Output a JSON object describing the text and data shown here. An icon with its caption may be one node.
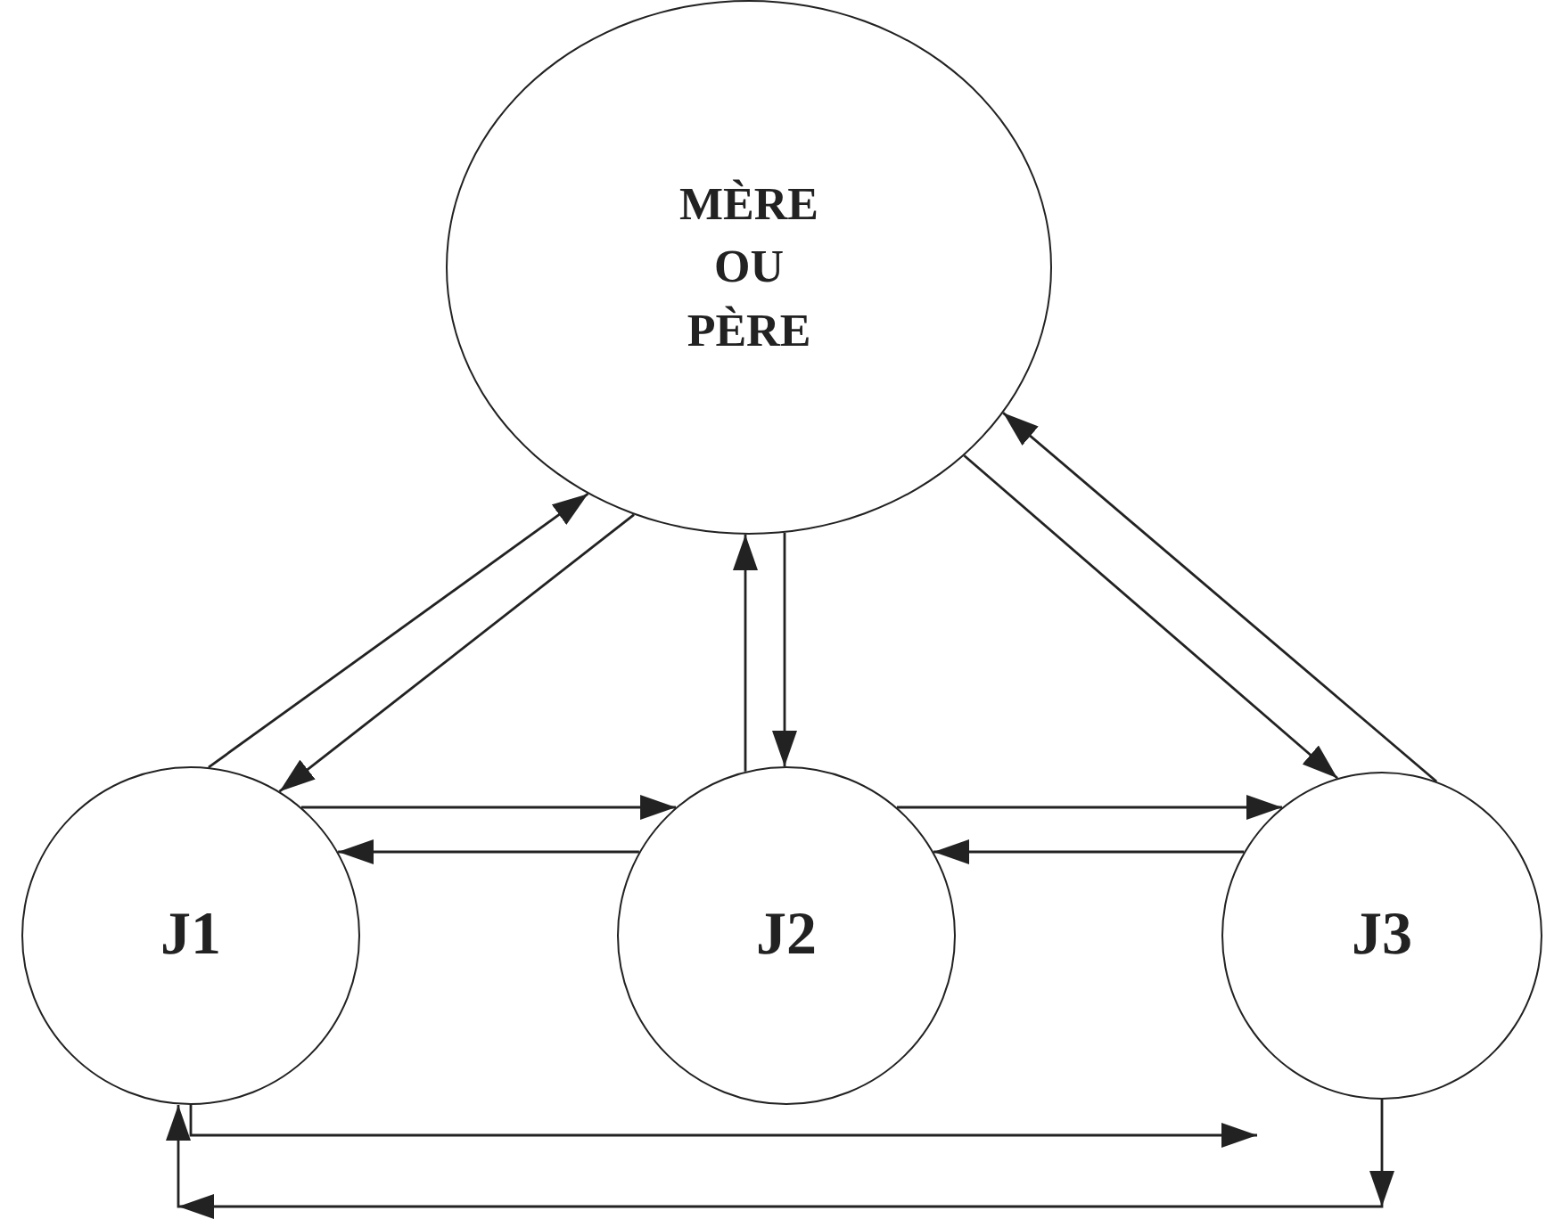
{
  "diagram": {
    "nodes": [
      {
        "text": [
          "MÈRE OU PÈRE"
        ]
      },
      {
        "text": [
          "J1"
        ]
      },
      {
        "text": [
          "J2"
        ]
      },
      {
        "text": [
          "J3"
        ]
      }
    ],
    "edges": [
      {
        "from": 1,
        "to": 0,
        "arrow": "to"
      },
      {
        "from": 0,
        "to": 1,
        "arrow": "to"
      },
      {
        "from": 2,
        "to": 0,
        "arrow": "to"
      },
      {
        "from": 0,
        "to": 2,
        "arrow": "to"
      },
      {
        "from": 0,
        "to": 3,
        "arrow": "to"
      },
      {
        "from": 3,
        "to": 0,
        "arrow": "to"
      },
      {
        "from": 1,
        "to": 2,
        "arrow": "to"
      },
      {
        "from": 2,
        "to": 1,
        "arrow": "to"
      },
      {
        "from": 2,
        "to": 3,
        "arrow": "to"
      },
      {
        "from": 3,
        "to": 2,
        "arrow": "to"
      },
      {
        "from": 1,
        "to": 3,
        "arrow": "to"
      },
      {
        "from": 3,
        "to": 1,
        "arrow": "to"
      }
    ]
  }
}
